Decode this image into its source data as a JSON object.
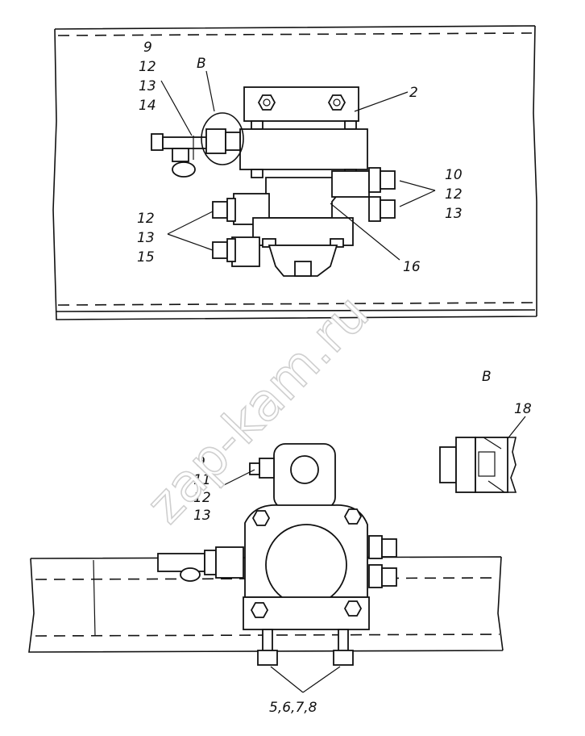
{
  "watermark": "zap-kam.ru",
  "view_b_title": "В",
  "top_view": {
    "callout_b": "В",
    "labels": {
      "group_left_top": [
        "9",
        "12",
        "13",
        "14"
      ],
      "part_2": "2",
      "group_right": [
        "10",
        "12",
        "13"
      ],
      "group_left_bottom": [
        "12",
        "13",
        "15"
      ],
      "part_16": "16"
    }
  },
  "detail_b": {
    "part_18": "18"
  },
  "bottom_view": {
    "labels": {
      "group_left": [
        "9",
        "11",
        "12",
        "13"
      ],
      "group_bottom": "5,6,7,8"
    }
  }
}
